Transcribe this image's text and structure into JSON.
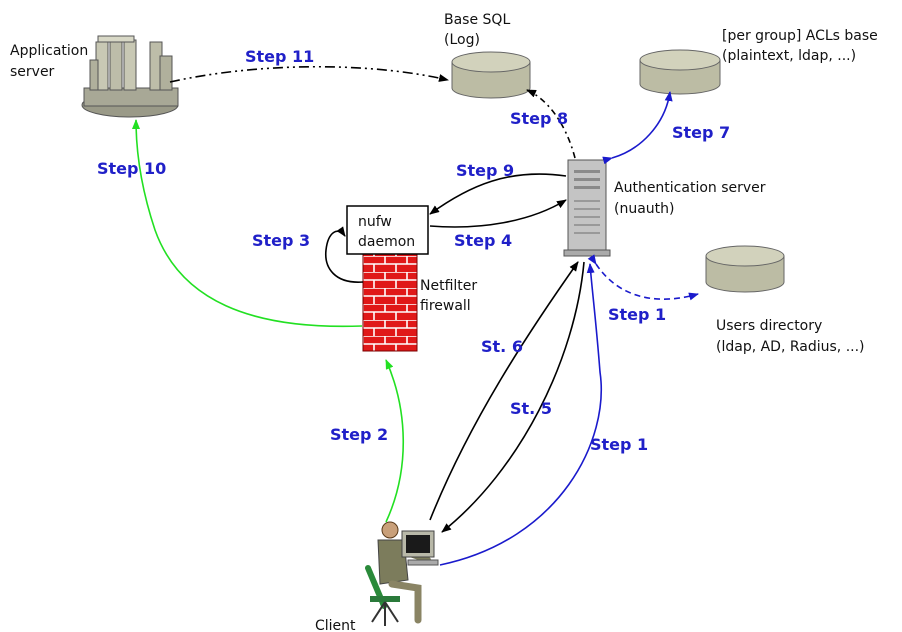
{
  "nodes": {
    "app_server": {
      "label_line1": "Application",
      "label_line2": "server"
    },
    "base_sql": {
      "label_line1": "Base SQL",
      "label_line2": "(Log)"
    },
    "acl_base": {
      "label_line1": "[per group] ACLs base",
      "label_line2": "(plaintext, ldap, ...)"
    },
    "auth_server": {
      "label_line1": "Authentication server",
      "label_line2": "(nuauth)"
    },
    "nufw": {
      "label_line1": "nufw",
      "label_line2": "daemon"
    },
    "firewall": {
      "label_line1": "Netfilter",
      "label_line2": "firewall"
    },
    "users_dir": {
      "label_line1": "Users directory",
      "label_line2": "(ldap, AD, Radius, ...)"
    },
    "client": {
      "label": "Client"
    }
  },
  "steps": {
    "step1_dir": "Step 1",
    "step1_client": "Step 1",
    "step2": "Step 2",
    "step3": "Step 3",
    "step4": "Step 4",
    "step5": "St. 5",
    "step6": "St. 6",
    "step7": "Step 7",
    "step8": "Step 8",
    "step9": "Step 9",
    "step10": "Step 10",
    "step11": "Step 11"
  },
  "colors": {
    "blue": "#1a1acc",
    "green": "#22e022",
    "black": "#000000",
    "db": "#c8c8b0",
    "brick": "#e01818"
  }
}
